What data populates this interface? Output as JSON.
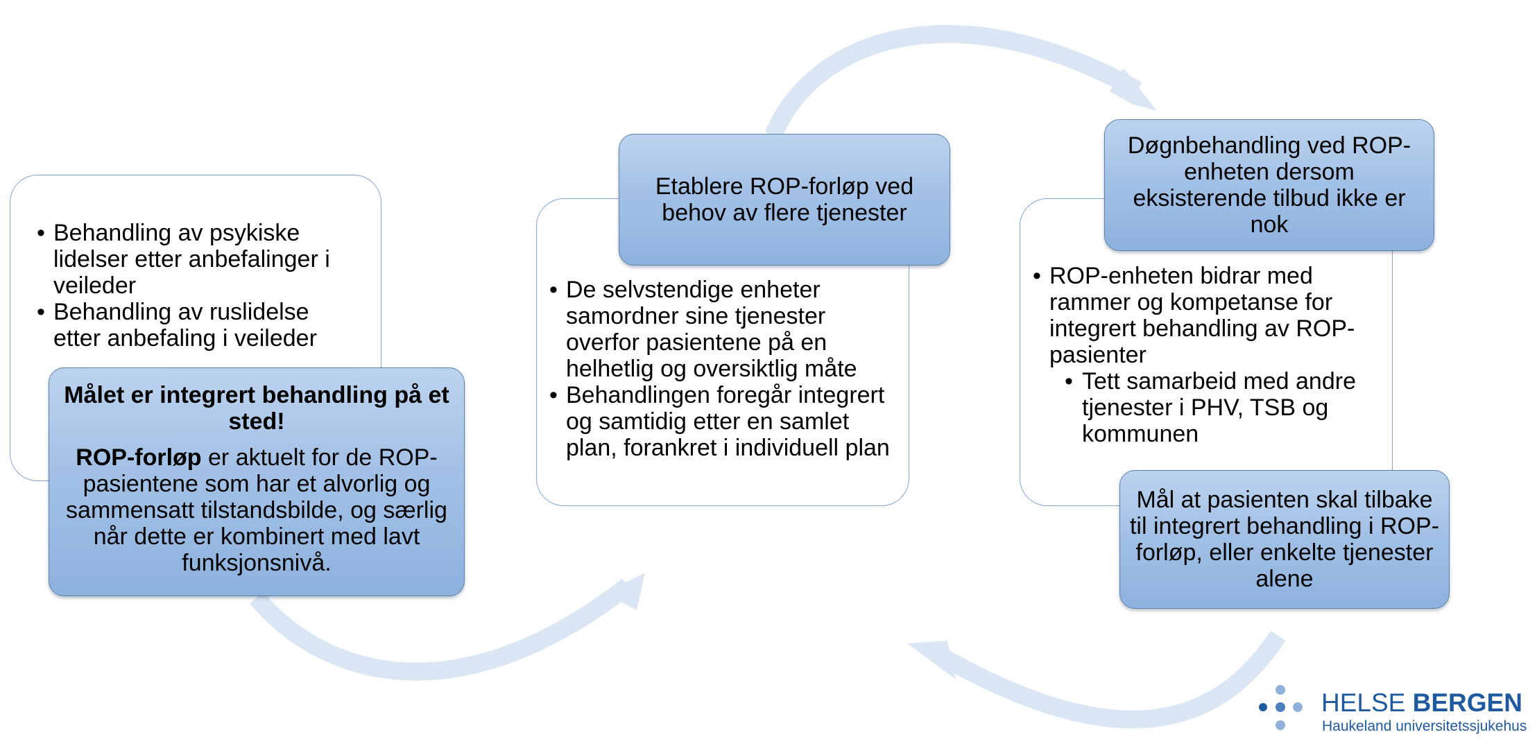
{
  "colors": {
    "arrow": "#dbe6f4",
    "card_border": "#7fa6cf",
    "box_gradient_top": "#bcd3ee",
    "box_gradient_bottom": "#8db2de",
    "logo_dot_dark": "#1e5aa0",
    "logo_dot_light": "#8fb1dc",
    "logo_text": "#1e5aa0"
  },
  "left": {
    "bullets": [
      "Behandling av psykiske lidelser etter anbefalinger i veileder",
      "Behandling av ruslidelse etter anbefaling i veileder"
    ],
    "box": {
      "heading": "Målet er integrert behandling på et sted!",
      "body_bold": "ROP-forløp",
      "body_rest": " er aktuelt for de ROP-pasientene som har et alvorlig og sammensatt tilstandsbilde, og særlig når dette er kombinert med lavt funksjonsnivå."
    }
  },
  "middle": {
    "box_text": "Etablere ROP-forløp ved behov av flere tjenester",
    "bullets": [
      "De selvstendige enheter samordner sine tjenester overfor pasientene på en helhetlig og oversiktlig måte",
      "Behandlingen foregår integrert og samtidig etter en samlet plan, forankret i individuell plan"
    ]
  },
  "right": {
    "top_box_text": "Døgnbehandling ved ROP-enheten dersom eksisterende tilbud ikke er nok",
    "bullet": "ROP-enheten bidrar med rammer og kompetanse for integrert behandling av ROP-pasienter",
    "sub_bullet": "Tett samarbeid med andre tjenester i PHV, TSB og kommunen",
    "bottom_box_text": "Mål at pasienten skal tilbake til integrert behandling i ROP-forløp, eller enkelte tjenester alene"
  },
  "logo": {
    "name_light": "HELSE ",
    "name_bold": "BERGEN",
    "subtitle": "Haukeland universitetssjukehus"
  }
}
